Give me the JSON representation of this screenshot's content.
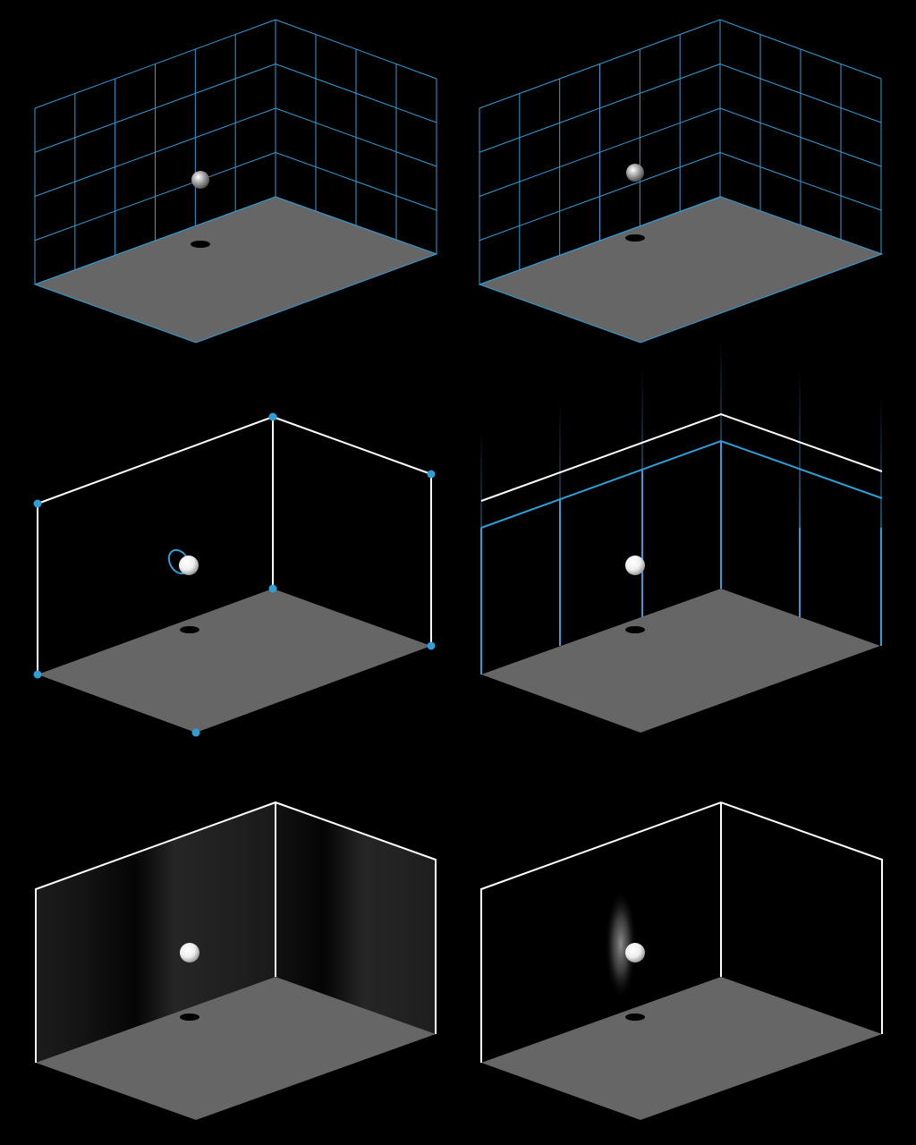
{
  "colors": {
    "background": "#000000",
    "floor": "#666666",
    "grid_blue": "#2f9ed8",
    "frame_white": "#ffffff",
    "handle_blue": "#2f9ed8",
    "shadow": "#000000"
  },
  "panels": [
    {
      "id": "grid-box-left",
      "style": "full-grid",
      "sphere": "gray",
      "grid_cols": 6,
      "grid_rows": 4
    },
    {
      "id": "grid-box-right",
      "style": "full-grid",
      "sphere": "gray",
      "grid_cols": 6,
      "grid_rows": 4
    },
    {
      "id": "frame-handles",
      "style": "white-frame-with-corner-handles",
      "sphere": "white",
      "rotation_ring": true
    },
    {
      "id": "guide-lines",
      "style": "white-frame-with-blue-guides",
      "sphere": "white"
    },
    {
      "id": "gradient-walls",
      "style": "white-frame-with-light-gradient-walls",
      "sphere": "white"
    },
    {
      "id": "glow-wall",
      "style": "white-frame-with-vertical-glow",
      "sphere": "white"
    }
  ]
}
